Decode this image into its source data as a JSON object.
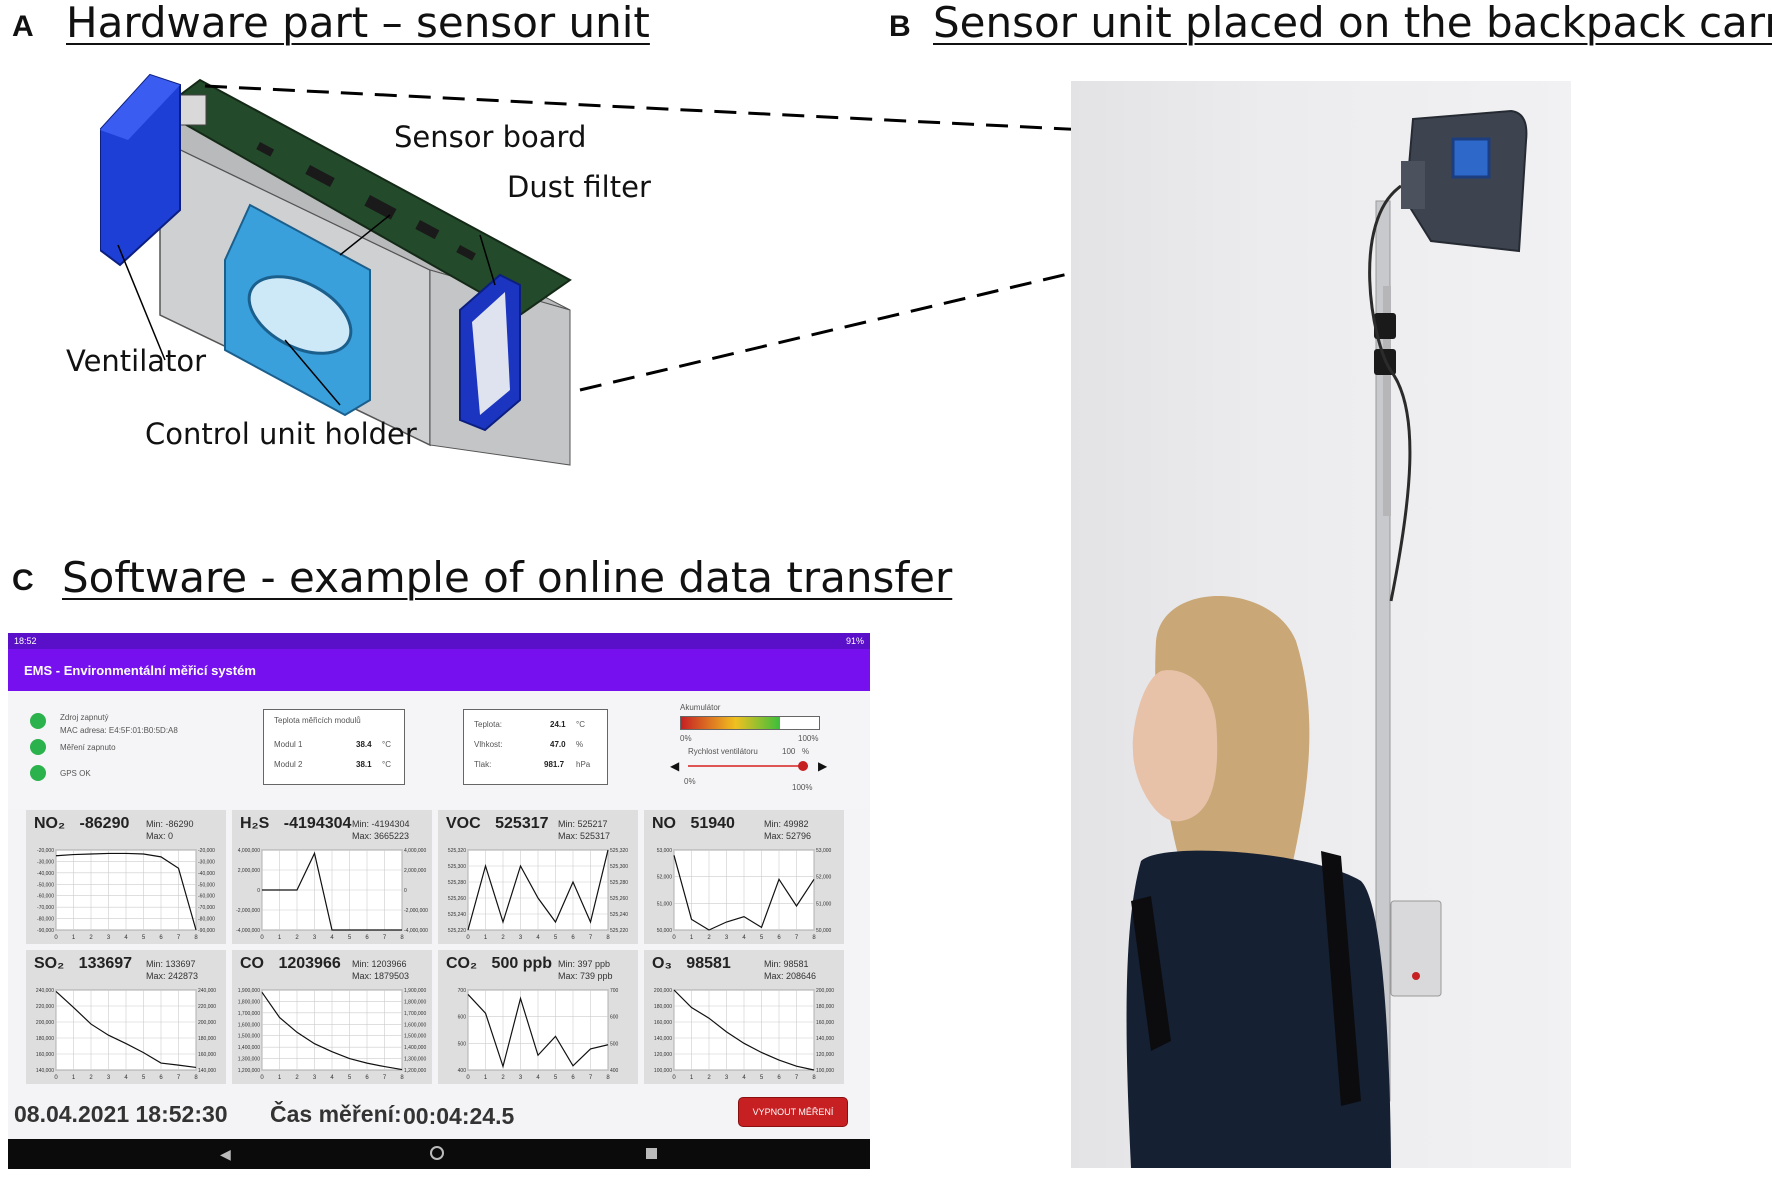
{
  "panels": {
    "a": {
      "letter": "A",
      "title": "Hardware part – sensor unit"
    },
    "b": {
      "letter": "B",
      "title": "Sensor unit placed on the backpack carrier"
    },
    "c": {
      "letter": "C",
      "title": "Software - example of online data transfer"
    }
  },
  "hardware_labels": {
    "sensor_board": "Sensor board",
    "dust_filter": "Dust filter",
    "ventilator": "Ventilator",
    "control_unit_holder": "Control unit holder"
  },
  "colors": {
    "status_bar": "#5a10c9",
    "app_bar": "#7610ef",
    "led_green": "#2bb24c",
    "stop_button": "#c62023",
    "housing_blue": "#1d3fd6",
    "holder_blue": "#3aa0dc",
    "pcb_green": "#234a2a"
  },
  "tablet": {
    "status": {
      "time": "18:52",
      "right": "91%"
    },
    "app_title": "EMS - Environmentální měřicí systém",
    "indicators": {
      "power": "Zdroj zapnutý",
      "mac": "MAC adresa:  E4:5F:01:B0:5D:A8",
      "measuring": "Měření zapnuto",
      "gps": "GPS OK"
    },
    "module_temp": {
      "title": "Teplota měřicích modulů",
      "m1_label": "Modul 1",
      "m1_value": "38.4",
      "m1_unit": "°C",
      "m2_label": "Modul 2",
      "m2_value": "38.1",
      "m2_unit": "°C"
    },
    "env": {
      "temp_label": "Teplota:",
      "temp_value": "24.1",
      "temp_unit": "°C",
      "hum_label": "Vlhkost:",
      "hum_value": "47.0",
      "hum_unit": "%",
      "press_label": "Tlak:",
      "press_value": "981.7",
      "press_unit": "hPa"
    },
    "battery": {
      "label": "Akumulátor",
      "min": "0%",
      "max": "100%",
      "level": 0.72
    },
    "fan": {
      "label": "Rychlost ventilátoru",
      "value": "100",
      "unit": "%",
      "min": "0%",
      "max": "100%",
      "level": 1.0
    },
    "datetime": "08.04.2021 18:52:30",
    "measure_time_label": "Čas měření:",
    "measure_time_value": "00:04:24.5",
    "stop_button": "VYPNOUT MĚŘENÍ"
  },
  "chart_data": [
    {
      "type": "line",
      "title": "NO₂",
      "value": "-86290",
      "min_label": "Min:",
      "min": "-86290",
      "max_label": "Max:",
      "max": "0",
      "x": [
        0,
        1,
        2,
        3,
        4,
        5,
        6,
        7,
        8
      ],
      "values": [
        -25000,
        -24000,
        -23500,
        -23000,
        -23000,
        -23500,
        -26000,
        -36000,
        -90000
      ],
      "ylim": [
        -90000,
        -20000
      ],
      "yticks": [
        "-20,000",
        "-30,000",
        "-40,000",
        "-50,000",
        "-60,000",
        "-70,000",
        "-80,000",
        "-90,000"
      ],
      "xticks": [
        "0",
        "1",
        "2",
        "3",
        "4",
        "5",
        "6",
        "7",
        "8"
      ]
    },
    {
      "type": "line",
      "title": "H₂S",
      "value": "-4194304",
      "min_label": "Min:",
      "min": "-4194304",
      "max_label": "Max:",
      "max": "3665223",
      "x": [
        0,
        1,
        2,
        3,
        4,
        5,
        6,
        7,
        8
      ],
      "values": [
        0,
        0,
        0,
        3665223,
        -4194304,
        -4194304,
        -4194304,
        -4194304,
        -4194304
      ],
      "ylim": [
        -4000000,
        4000000
      ],
      "yticks": [
        "4,000,000",
        "2,000,000",
        "0",
        "-2,000,000",
        "-4,000,000"
      ],
      "xticks": [
        "0",
        "1",
        "2",
        "3",
        "4",
        "5",
        "6",
        "7",
        "8"
      ]
    },
    {
      "type": "line",
      "title": "VOC",
      "value": "525317",
      "min_label": "Min:",
      "min": "525217",
      "max_label": "Max:",
      "max": "525317",
      "x": [
        0,
        1,
        2,
        3,
        4,
        5,
        6,
        7,
        8
      ],
      "values": [
        525220,
        525300,
        525230,
        525300,
        525260,
        525230,
        525280,
        525230,
        525320
      ],
      "ylim": [
        525220,
        525320
      ],
      "yticks": [
        "525,320",
        "525,300",
        "525,280",
        "525,260",
        "525,240",
        "525,220"
      ],
      "xticks": [
        "0",
        "1",
        "2",
        "3",
        "4",
        "5",
        "6",
        "7",
        "8"
      ]
    },
    {
      "type": "line",
      "title": "NO",
      "value": "51940",
      "min_label": "Min:",
      "min": "49982",
      "max_label": "Max:",
      "max": "52796",
      "x": [
        0,
        1,
        2,
        3,
        4,
        5,
        6,
        7,
        8
      ],
      "values": [
        52800,
        50400,
        50000,
        50300,
        50500,
        50100,
        51900,
        50900,
        51900
      ],
      "ylim": [
        50000,
        53000
      ],
      "yticks": [
        "53,000",
        "52,000",
        "51,000",
        "50,000"
      ],
      "xticks": [
        "0",
        "1",
        "2",
        "3",
        "4",
        "5",
        "6",
        "7",
        "8"
      ]
    },
    {
      "type": "line",
      "title": "SO₂",
      "value": "133697",
      "min_label": "Min:",
      "min": "133697",
      "max_label": "Max:",
      "max": "242873",
      "x": [
        0,
        1,
        2,
        3,
        4,
        5,
        6,
        7,
        8
      ],
      "values": [
        242873,
        220000,
        196000,
        180000,
        168000,
        155000,
        140000,
        137000,
        133697
      ],
      "ylim": [
        130000,
        245000
      ],
      "yticks": [
        "240,000",
        "220,000",
        "200,000",
        "180,000",
        "160,000",
        "140,000"
      ],
      "xticks": [
        "0",
        "1",
        "2",
        "3",
        "4",
        "5",
        "6",
        "7",
        "8"
      ]
    },
    {
      "type": "line",
      "title": "CO",
      "value": "1203966",
      "min_label": "Min:",
      "min": "1203966",
      "max_label": "Max:",
      "max": "1879503",
      "x": [
        0,
        1,
        2,
        3,
        4,
        5,
        6,
        7,
        8
      ],
      "values": [
        1879503,
        1660000,
        1530000,
        1430000,
        1360000,
        1300000,
        1260000,
        1230000,
        1203966
      ],
      "ylim": [
        1200000,
        1900000
      ],
      "yticks": [
        "1,900,000",
        "1,800,000",
        "1,700,000",
        "1,600,000",
        "1,500,000",
        "1,400,000",
        "1,300,000",
        "1,200,000"
      ],
      "xticks": [
        "0",
        "1",
        "2",
        "3",
        "4",
        "5",
        "6",
        "7",
        "8"
      ]
    },
    {
      "type": "line",
      "title": "CO₂",
      "value": "500 ppb",
      "min_label": "Min:",
      "min": "397 ppb",
      "max_label": "Max:",
      "max": "739 ppb",
      "x": [
        0,
        1,
        2,
        3,
        4,
        5,
        6,
        7,
        8
      ],
      "values": [
        739,
        650,
        397,
        720,
        450,
        540,
        400,
        480,
        500
      ],
      "ylim": [
        380,
        760
      ],
      "yticks": [
        "700",
        "600",
        "500",
        "400"
      ],
      "xticks": [
        "0",
        "1",
        "2",
        "3",
        "4",
        "5",
        "6",
        "7",
        "8"
      ]
    },
    {
      "type": "line",
      "title": "O₃",
      "value": "98581",
      "min_label": "Min:",
      "min": "98581",
      "max_label": "Max:",
      "max": "208646",
      "x": [
        0,
        1,
        2,
        3,
        4,
        5,
        6,
        7,
        8
      ],
      "values": [
        205000,
        182000,
        168000,
        150000,
        135000,
        123000,
        113000,
        105000,
        98581
      ],
      "ylim": [
        100000,
        205000
      ],
      "yticks": [
        "200,000",
        "180,000",
        "160,000",
        "140,000",
        "120,000",
        "100,000"
      ],
      "xticks": [
        "0",
        "1",
        "2",
        "3",
        "4",
        "5",
        "6",
        "7",
        "8"
      ]
    }
  ]
}
